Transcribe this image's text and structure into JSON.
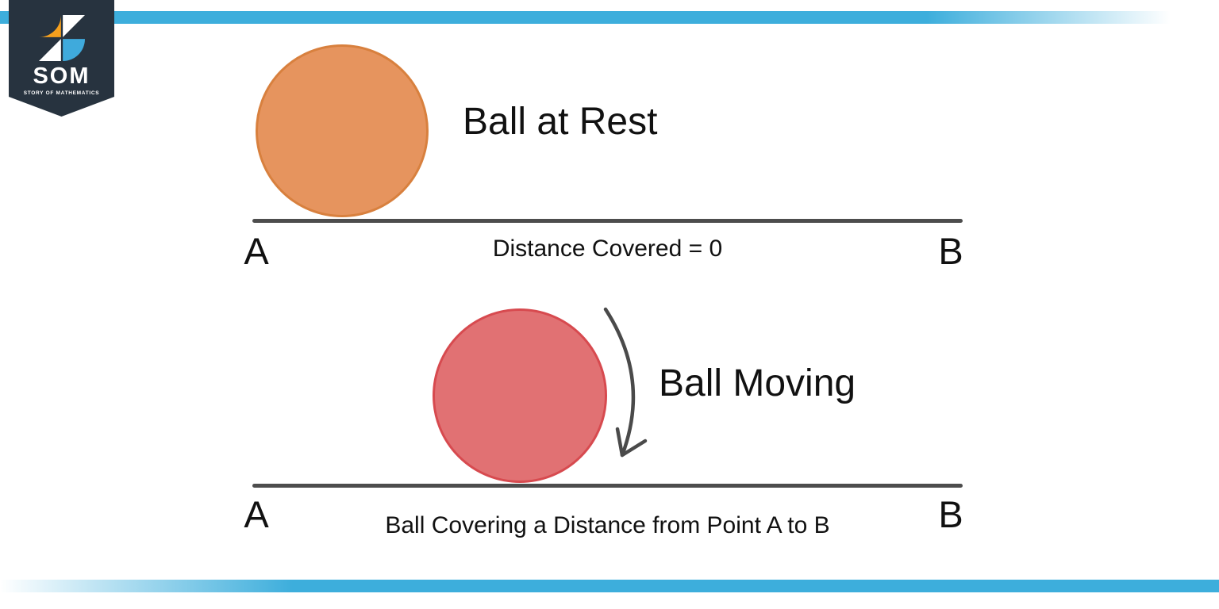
{
  "accent": {
    "bar_color": "#3DAEDC"
  },
  "logo": {
    "text": "SOM",
    "subtext": "STORY OF MATHEMATICS",
    "banner_color": "#27333F",
    "orange_color": "#F5A01E",
    "blue_color": "#3FAADC",
    "white_color": "#FFFFFF"
  },
  "colors": {
    "ground_line": "#4D4D4D",
    "text": "#111111"
  },
  "diagram_rest": {
    "label": "Ball at Rest",
    "caption": "Distance Covered = 0",
    "point_start": "A",
    "point_end": "B",
    "ball_fill": "#E6945E",
    "ball_stroke": "#D8803E"
  },
  "diagram_moving": {
    "label": "Ball Moving",
    "caption": "Ball Covering a Distance from Point A to B",
    "point_start": "A",
    "point_end": "B",
    "ball_fill": "#E17173",
    "ball_stroke": "#D74A4F",
    "arrow_color": "#4A4A4A"
  }
}
